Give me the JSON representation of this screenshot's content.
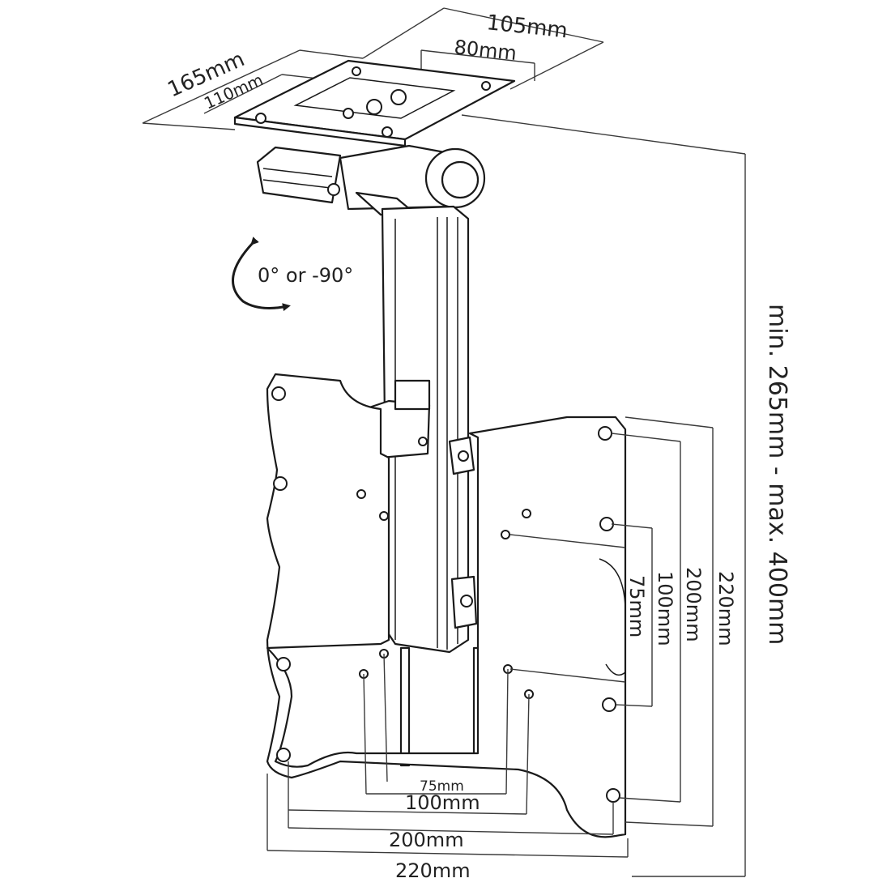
{
  "colors": {
    "ink": "#1a1a1a",
    "dimension_line": "#3a3a3a",
    "background": "#ffffff"
  },
  "labels": {
    "top_plate_width_outer": "105mm",
    "top_plate_width_inner": "80mm",
    "top_plate_depth_outer": "165mm",
    "top_plate_depth_inner": "110mm",
    "rotation": "0° or -90°",
    "height_range": "min. 265mm - max. 400mm",
    "vesa_vertical": [
      "75mm",
      "100mm",
      "200mm",
      "220mm"
    ],
    "vesa_horizontal": [
      "75mm",
      "100mm",
      "200mm",
      "220mm"
    ]
  },
  "icons": {
    "rotation_arrow": "curved-rotation-arrow-icon"
  }
}
